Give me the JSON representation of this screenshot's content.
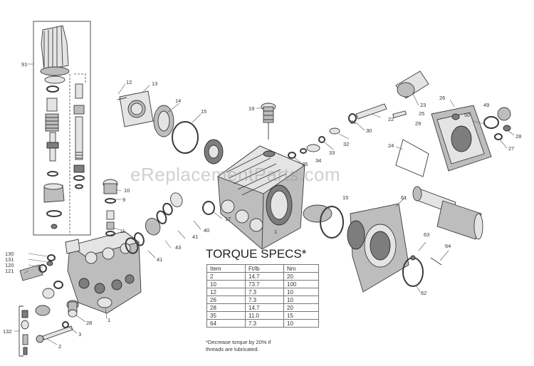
{
  "watermark": "eReplacementParts.com",
  "torque_specs": {
    "title": "TORQUE SPECS*",
    "headers": [
      "Item",
      "Ft/lb",
      "Nm"
    ],
    "rows": [
      [
        "2",
        "14.7",
        "20"
      ],
      [
        "10",
        "73.7",
        "100"
      ],
      [
        "12",
        "7.3",
        "10"
      ],
      [
        "26",
        "7.3",
        "10"
      ],
      [
        "28",
        "14.7",
        "20"
      ],
      [
        "35",
        "11.0",
        "15"
      ],
      [
        "64",
        "7.3",
        "10"
      ]
    ],
    "note": "*Decrease torque by 20% if threads are lubricated."
  },
  "callouts": {
    "c91": "91",
    "c12": "12",
    "c13": "13",
    "c14": "14",
    "c15a": "15",
    "c19": "19",
    "c23": "23",
    "c26": "26",
    "c49": "49",
    "c22": "22",
    "c25": "25",
    "c50": "50",
    "c28r": "28",
    "c30": "30",
    "c31": "31",
    "c29": "29",
    "c32": "32",
    "c27": "27",
    "c33": "33",
    "c34": "34",
    "c24": "24",
    "c35": "35",
    "c10": "10",
    "c9": "9",
    "c15b": "15",
    "c61": "61",
    "c11": "11",
    "c40": "40",
    "c17": "17",
    "c41a": "41",
    "c1a": "1",
    "c43": "43",
    "c41b": "41",
    "c63": "63",
    "c64": "64",
    "c130": "130",
    "c131": "131",
    "c120": "120",
    "c121": "121",
    "c62": "62",
    "c28b": "28",
    "c1b": "1",
    "c132": "132",
    "c3": "3",
    "c2": "2"
  }
}
